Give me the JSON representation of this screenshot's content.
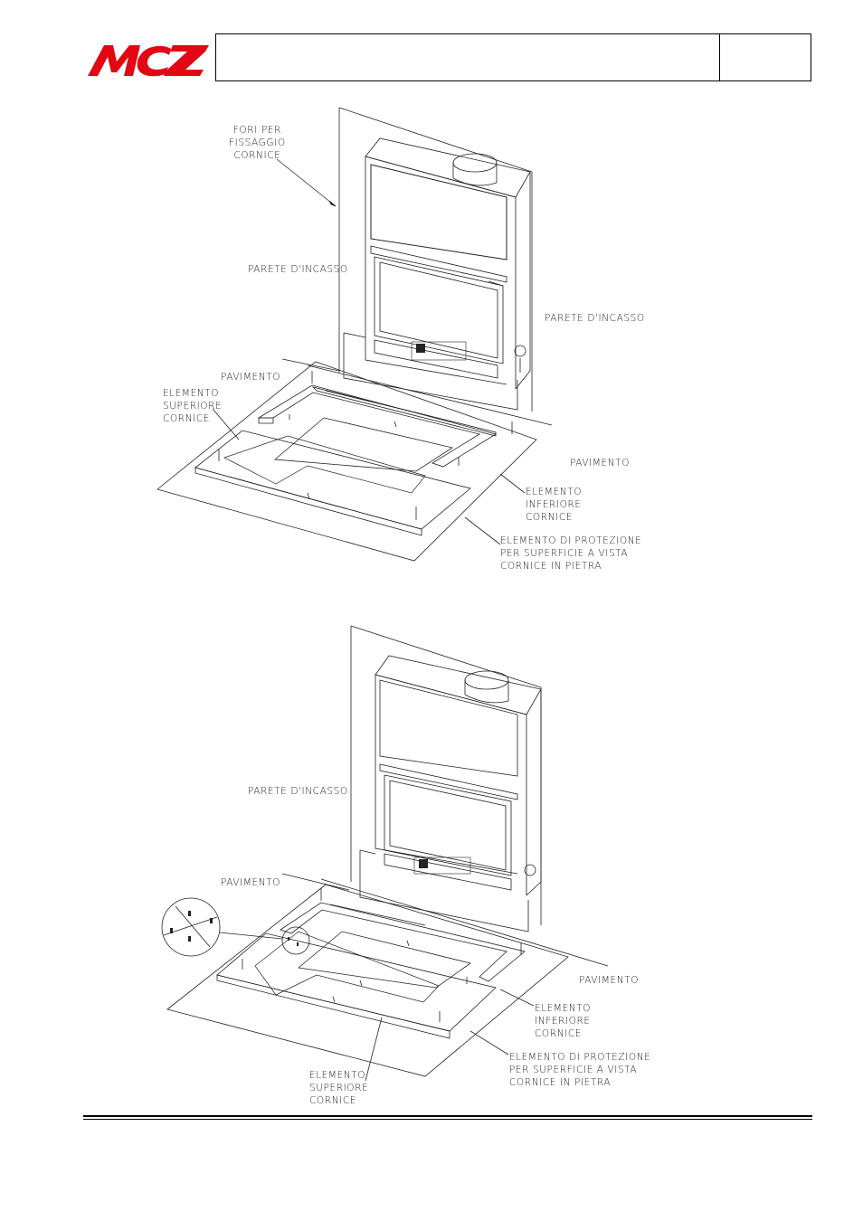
{
  "header": {
    "logo_text": "MCZ",
    "logo_color": "#e30613"
  },
  "figure1": {
    "label_fori": "FORI PER\nFISSAGGIO\nCORNICE",
    "label_parete_left": "PARETE D'INCASSO",
    "label_parete_right": "PARETE D'INCASSO",
    "label_pavimento_left": "PAVIMENTO",
    "label_pavimento_right": "PAVIMENTO",
    "label_elemento_superiore": "ELEMENTO\nSUPERIORE\nCORNICE",
    "label_elemento_inferiore": "ELEMENTO\nINFERIORE\nCORNICE",
    "label_protezione": "ELEMENTO DI PROTEZIONE\nPER SUPERFICIE A VISTA\nCORNICE IN PIETRA"
  },
  "figure2": {
    "label_parete": "PARETE D'INCASSO",
    "label_pavimento_left": "PAVIMENTO",
    "label_pavimento_right": "PAVIMENTO",
    "label_elemento_inferiore": "ELEMENTO\nINFERIORE\nCORNICE",
    "label_protezione": "ELEMENTO DI PROTEZIONE\nPER SUPERFICIE A VISTA\nCORNICE IN PIETRA",
    "label_elemento_superiore": "ELEMENTO\nSUPERIORE\nCORNICE"
  }
}
